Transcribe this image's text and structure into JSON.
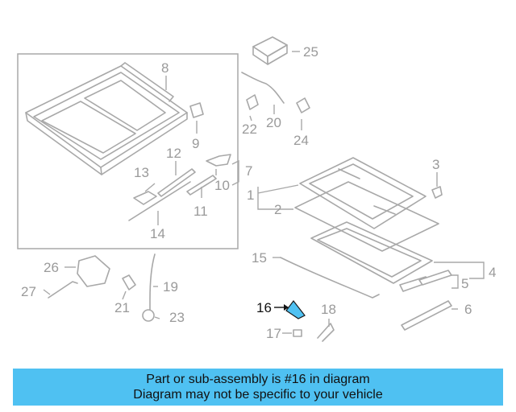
{
  "diagram": {
    "highlight_color": "#4fc1f2",
    "callouts": [
      {
        "id": "c1",
        "label": "1"
      },
      {
        "id": "c2",
        "label": "2"
      },
      {
        "id": "c3",
        "label": "3"
      },
      {
        "id": "c4",
        "label": "4"
      },
      {
        "id": "c5",
        "label": "5"
      },
      {
        "id": "c6",
        "label": "6"
      },
      {
        "id": "c7",
        "label": "7"
      },
      {
        "id": "c8",
        "label": "8"
      },
      {
        "id": "c9",
        "label": "9"
      },
      {
        "id": "c10",
        "label": "10"
      },
      {
        "id": "c11",
        "label": "11"
      },
      {
        "id": "c12",
        "label": "12"
      },
      {
        "id": "c13",
        "label": "13"
      },
      {
        "id": "c14",
        "label": "14"
      },
      {
        "id": "c15",
        "label": "15"
      },
      {
        "id": "c16",
        "label": "16",
        "highlighted": true
      },
      {
        "id": "c17",
        "label": "17"
      },
      {
        "id": "c18",
        "label": "18"
      },
      {
        "id": "c19",
        "label": "19"
      },
      {
        "id": "c20",
        "label": "20"
      },
      {
        "id": "c21",
        "label": "21"
      },
      {
        "id": "c22",
        "label": "22"
      },
      {
        "id": "c23",
        "label": "23"
      },
      {
        "id": "c24",
        "label": "24"
      },
      {
        "id": "c25",
        "label": "25"
      },
      {
        "id": "c26",
        "label": "26"
      },
      {
        "id": "c27",
        "label": "27"
      }
    ]
  },
  "banner": {
    "line1": "Part or sub-assembly is #16 in diagram",
    "line2": "Diagram may not be specific to your vehicle",
    "color": "#4fc1f2"
  }
}
